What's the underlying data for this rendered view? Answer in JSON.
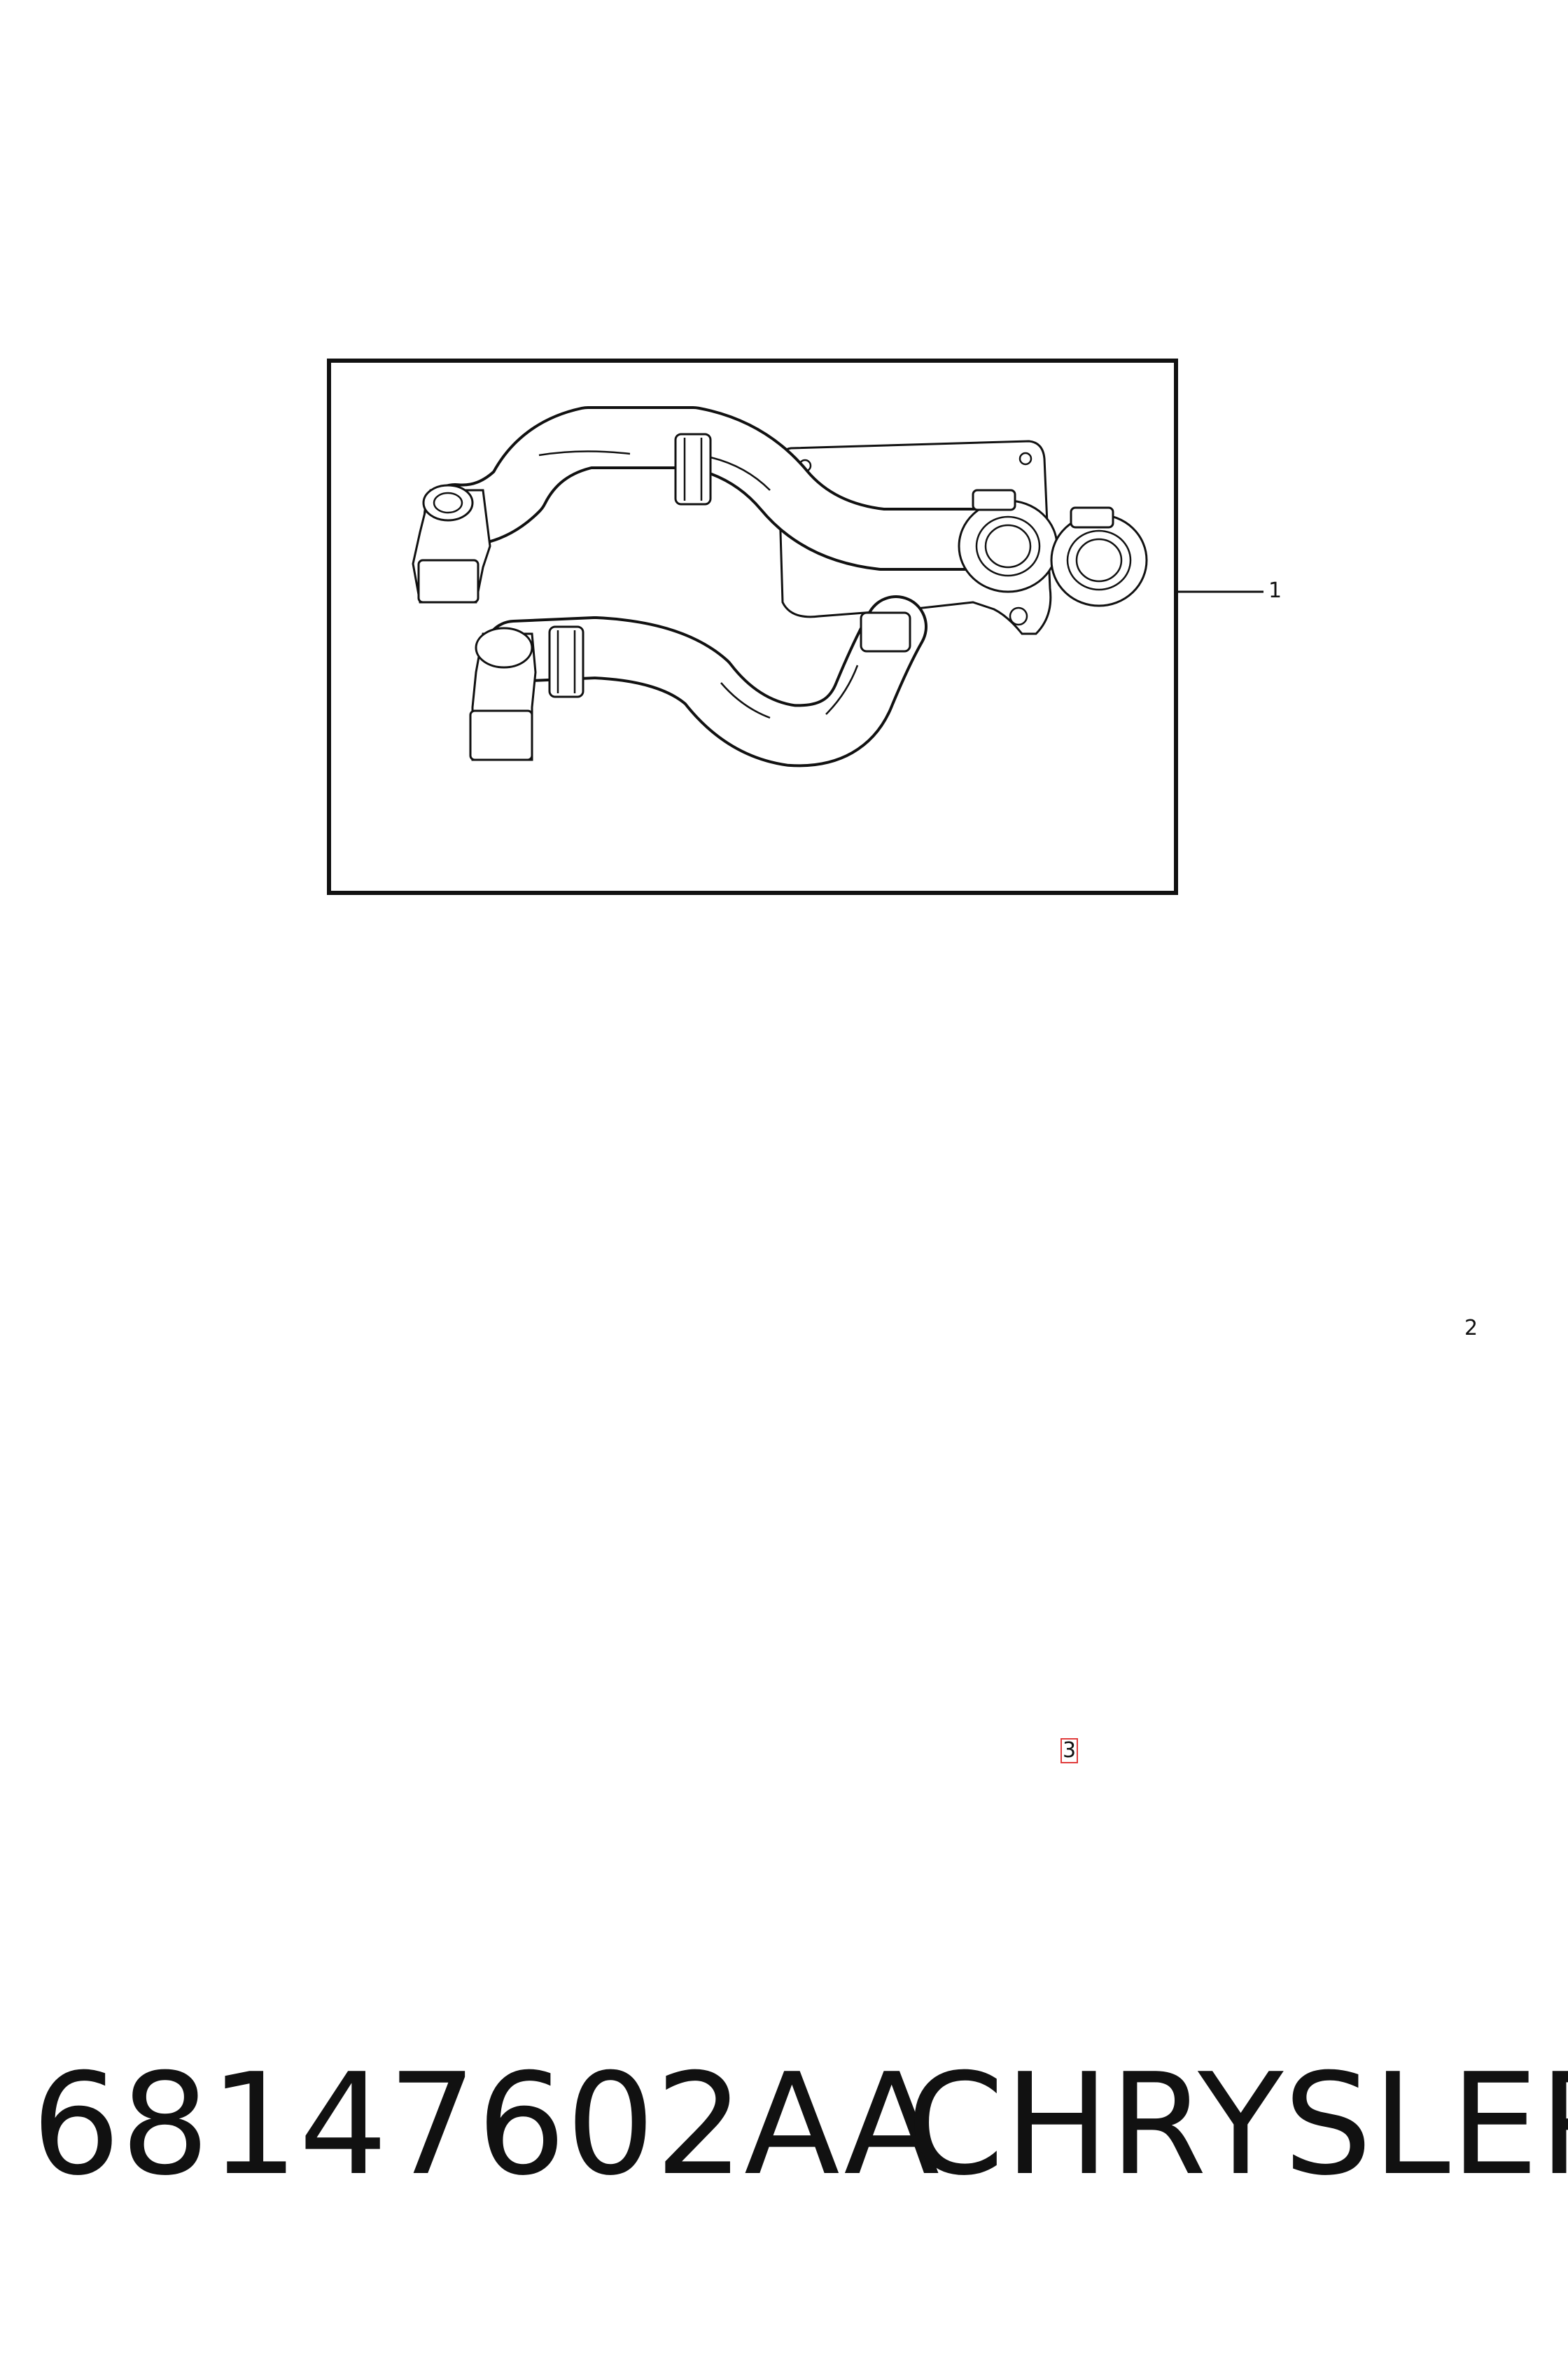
{
  "callouts": {
    "c1": "1",
    "c2": "2",
    "c3": "3"
  },
  "footer": {
    "part_number": "68147602AA",
    "brand": "CHRYSLER"
  },
  "colors": {
    "ink": "#111111",
    "highlight": "#e03b3b"
  }
}
